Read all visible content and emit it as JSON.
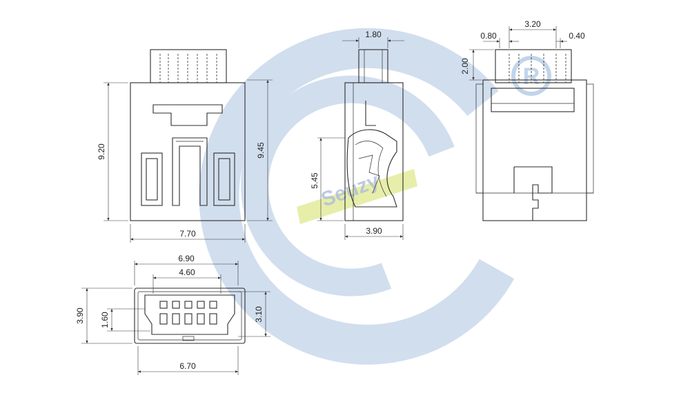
{
  "watermark": {
    "ring_color": "#c9d9ec",
    "band_color": "#e3ec9c",
    "brand_text": "Seuzy",
    "registered_mark": "R"
  },
  "dimensions": {
    "front_width": "7.70",
    "front_height": "9.20",
    "front_height_right": "9.45",
    "side_top_width": "1.80",
    "side_height": "5.45",
    "side_width": "3.90",
    "back_pitch_span": "3.20",
    "back_pin_width": "0.80",
    "back_pin_gap": "0.40",
    "back_pin_height": "2.00",
    "bottom_outer_width": "6.90",
    "bottom_inner_width": "4.60",
    "bottom_base_width": "6.70",
    "bottom_height_left": "3.90",
    "bottom_inner_height": "1.60",
    "bottom_height_right": "3.10"
  }
}
